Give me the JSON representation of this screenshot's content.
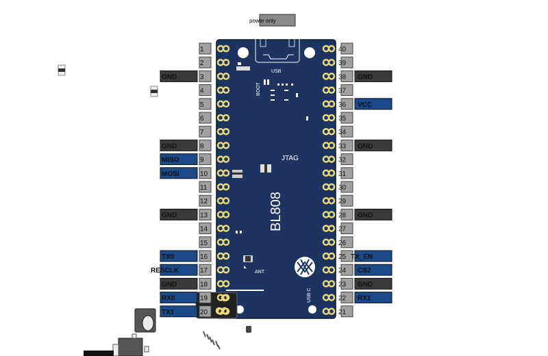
{
  "power_label": "power only",
  "board": {
    "usb_label": "USB",
    "boot_label": "BOOT",
    "jtag_label": "JTAG",
    "chip_label": "BL808",
    "ant_label": "ANT",
    "usbc_label": "USB C"
  },
  "left_pins": [
    "1",
    "2",
    "3",
    "4",
    "5",
    "6",
    "7",
    "8",
    "9",
    "10",
    "11",
    "12",
    "13",
    "14",
    "15",
    "16",
    "17",
    "18",
    "19",
    "20"
  ],
  "right_pins": [
    "40",
    "39",
    "38",
    "37",
    "36",
    "35",
    "34",
    "33",
    "32",
    "31",
    "30",
    "29",
    "28",
    "27",
    "26",
    "25",
    "24",
    "23",
    "22",
    "21"
  ],
  "left_labels": [
    {
      "pin": 3,
      "text": "GND",
      "kind": "gnd"
    },
    {
      "pin": 8,
      "text": "GND",
      "kind": "gnd"
    },
    {
      "pin": 9,
      "text": "MISO",
      "kind": "sig"
    },
    {
      "pin": 10,
      "text": "MOSI",
      "kind": "sig"
    },
    {
      "pin": 13,
      "text": "GND",
      "kind": "gnd"
    },
    {
      "pin": 16,
      "text": "TX0",
      "kind": "sig"
    },
    {
      "pin": 17,
      "text": "RESCLK",
      "kind": "sig"
    },
    {
      "pin": 18,
      "text": "GND",
      "kind": "gnd"
    },
    {
      "pin": 19,
      "text": "RX0",
      "kind": "sig"
    },
    {
      "pin": 20,
      "text": "TX1",
      "kind": "sig"
    }
  ],
  "right_labels": [
    {
      "pin": 38,
      "text": "GND",
      "kind": "gnd"
    },
    {
      "pin": 36,
      "text": "VCC",
      "kind": "sig"
    },
    {
      "pin": 33,
      "text": "GND",
      "kind": "gnd"
    },
    {
      "pin": 28,
      "text": "GND",
      "kind": "gnd"
    },
    {
      "pin": 25,
      "text": "TX_EN",
      "kind": "sig"
    },
    {
      "pin": 24,
      "text": "CS2",
      "kind": "sig"
    },
    {
      "pin": 23,
      "text": "GND",
      "kind": "gnd"
    },
    {
      "pin": 22,
      "text": "RX1",
      "kind": "sig"
    }
  ],
  "colors": {
    "board": "#1d3461",
    "pin_box": "#a0a0a0",
    "gnd_box": "#3a3a3a",
    "sig_box": "#1a4a8a",
    "pad": "#e8d97a"
  }
}
